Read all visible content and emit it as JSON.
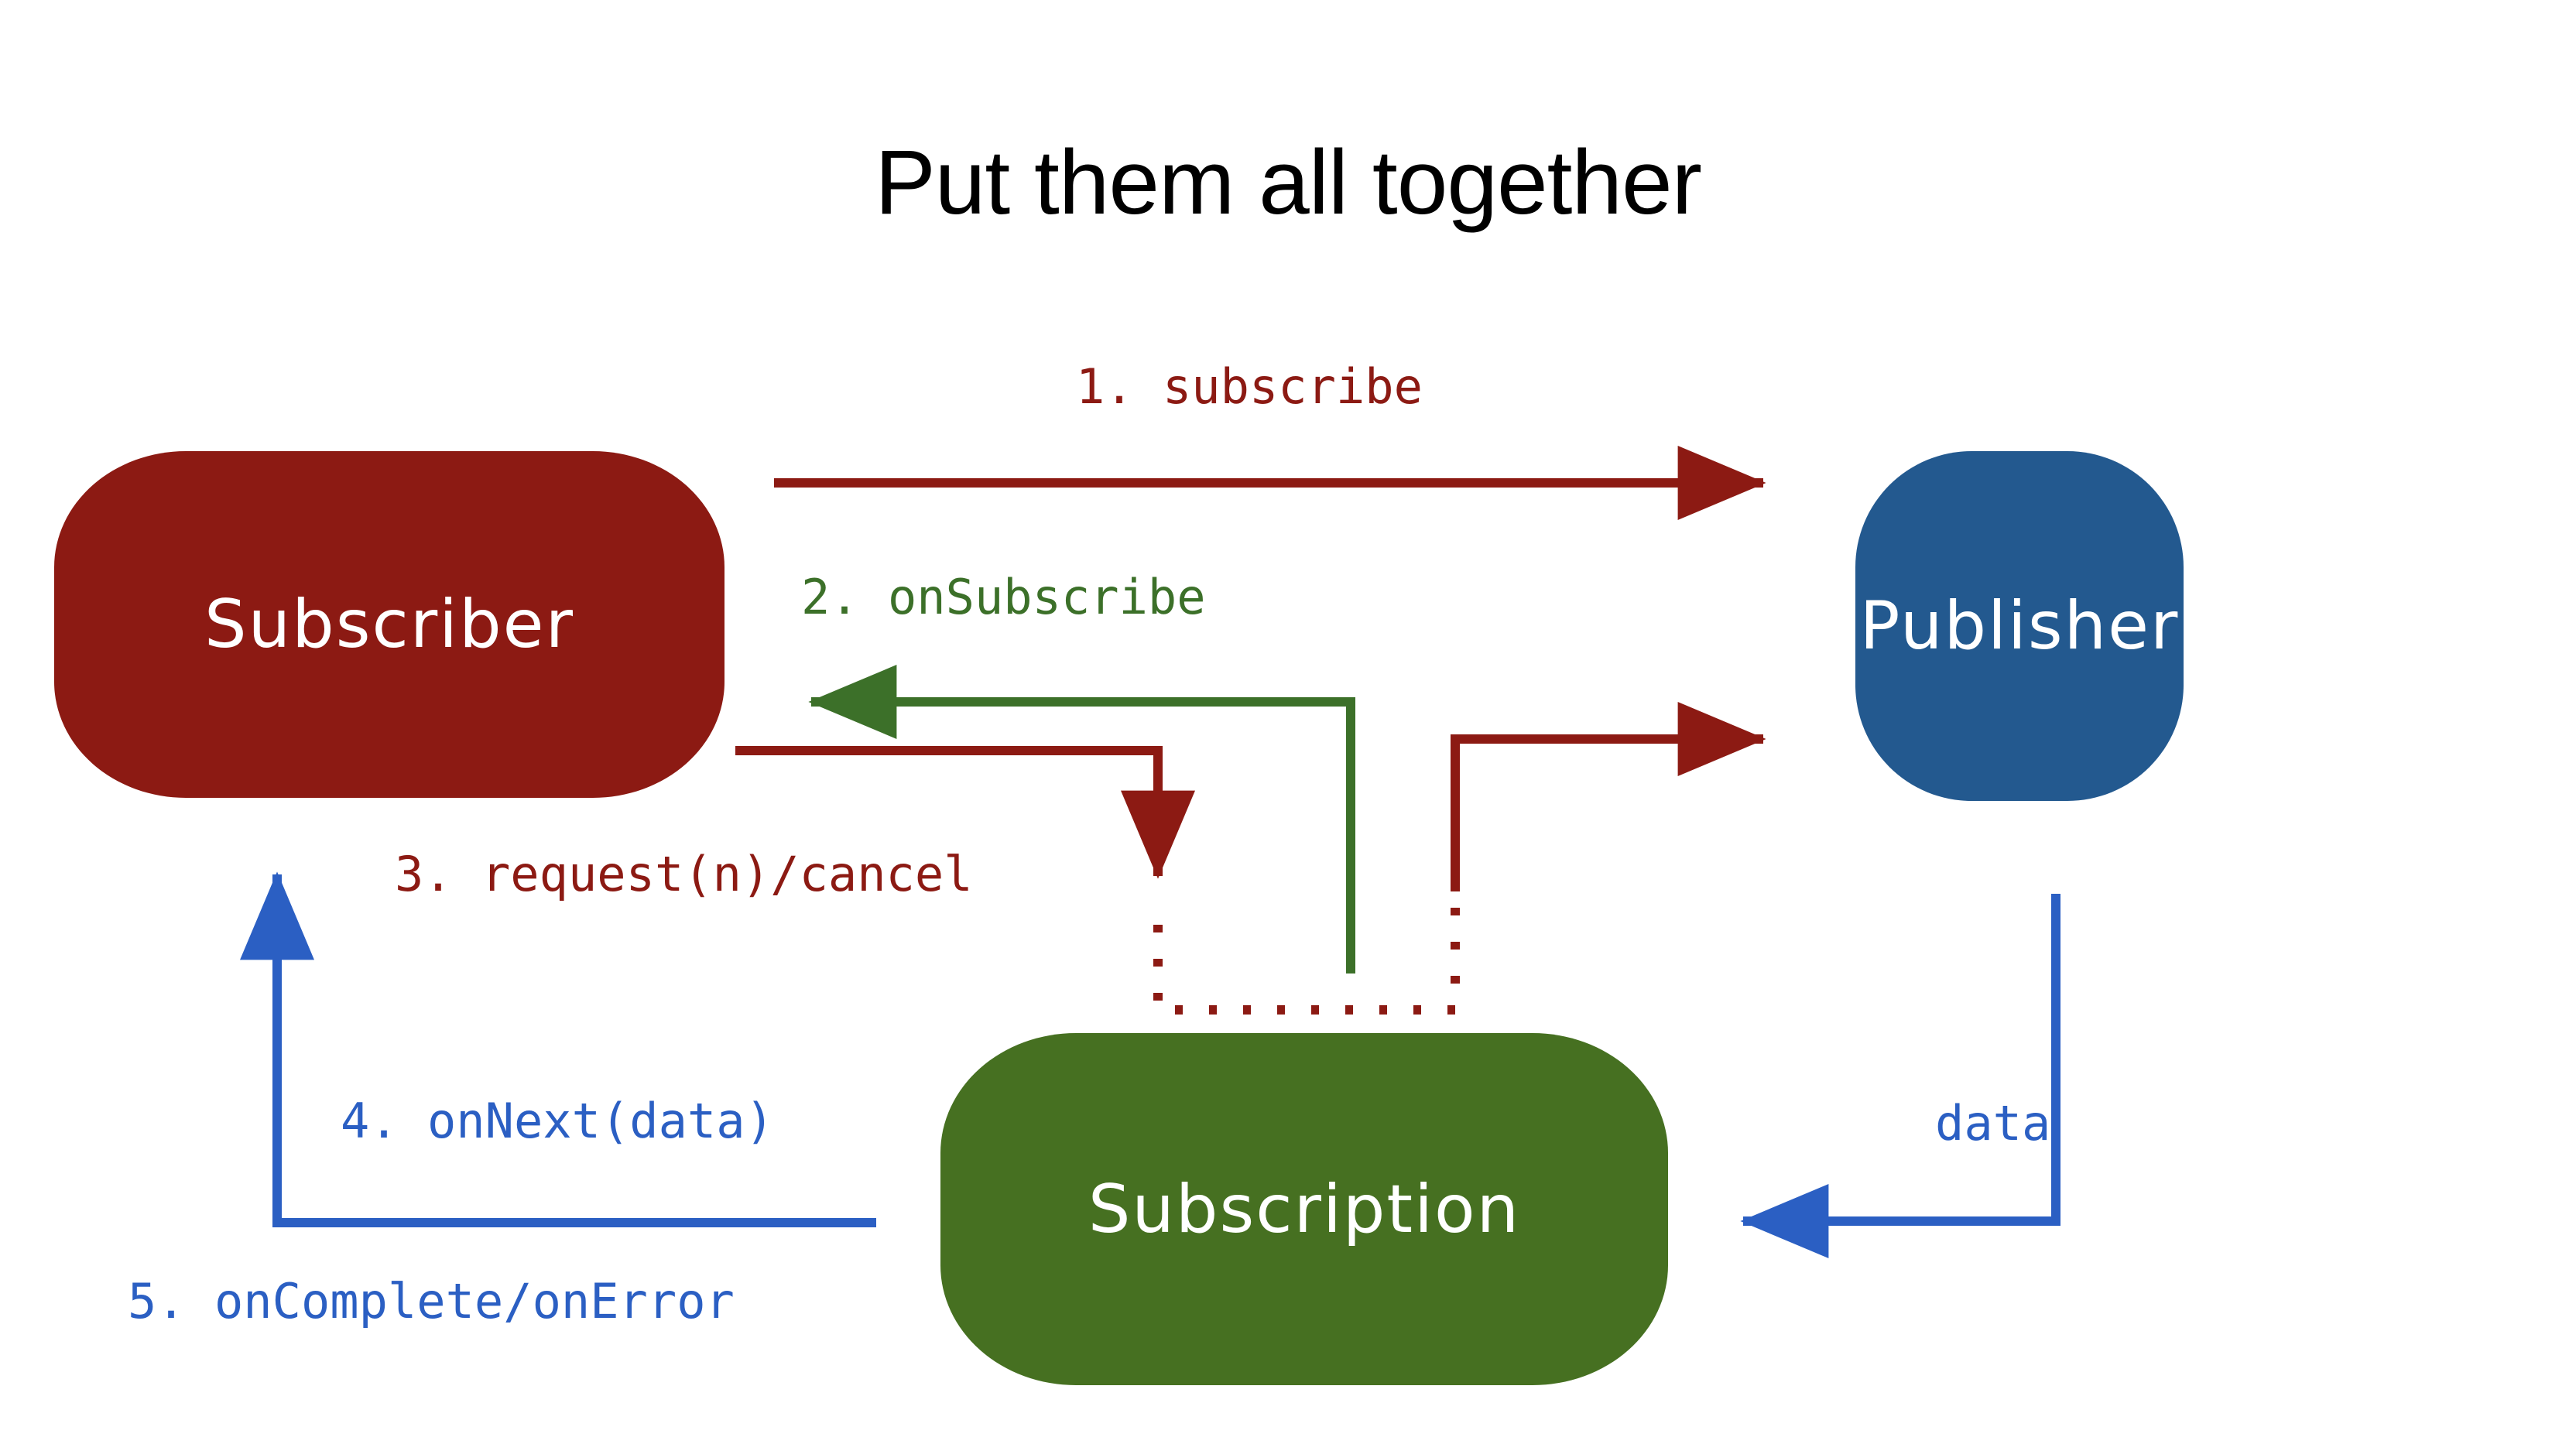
{
  "slide": {
    "title": "Put them all together",
    "background": "#ffffff"
  },
  "palette": {
    "subscriber": "#8C1A13",
    "publisher": "#23598F",
    "subscription": "#467021",
    "red": "#8C1A13",
    "green": "#3C7029",
    "blue": "#2B5FC3",
    "node_text": "#ffffff",
    "title_text": "#000000"
  },
  "nodes": [
    {
      "id": "subscriber",
      "label": "Subscriber",
      "color": "#8C1A13"
    },
    {
      "id": "publisher",
      "label": "Publisher",
      "color": "#23598F"
    },
    {
      "id": "subscription",
      "label": "Subscription",
      "color": "#467021"
    }
  ],
  "edges": [
    {
      "id": "subscribe",
      "label": "1. subscribe",
      "from": "subscriber",
      "to": "publisher",
      "color": "#8C1A13",
      "style": "solid",
      "direction": "right"
    },
    {
      "id": "onsubscribe",
      "label": "2. onSubscribe",
      "from": "subscription",
      "to": "subscriber",
      "color": "#3C7029",
      "style": "solid",
      "direction": "left"
    },
    {
      "id": "request",
      "label": "3. request(n)/cancel",
      "from": "subscriber",
      "to": "subscription",
      "color": "#8C1A13",
      "style": "solid",
      "direction": "down"
    },
    {
      "id": "onnext",
      "label": "4. onNext(data)",
      "from": "subscription",
      "to": "subscriber",
      "color": "#2B5FC3",
      "style": "solid",
      "direction": "up"
    },
    {
      "id": "oncomplete",
      "label": "5. onComplete/onError",
      "from": "subscription",
      "to": "subscriber",
      "color": "#2B5FC3",
      "style": "solid",
      "direction": "up"
    },
    {
      "id": "data",
      "label": "data",
      "from": "publisher",
      "to": "subscription",
      "color": "#2B5FC3",
      "style": "solid",
      "direction": "left"
    },
    {
      "id": "subscription-link",
      "label": "",
      "from": "subscription",
      "to": "publisher",
      "color": "#8C1A13",
      "style": "dotted",
      "direction": "right"
    }
  ]
}
